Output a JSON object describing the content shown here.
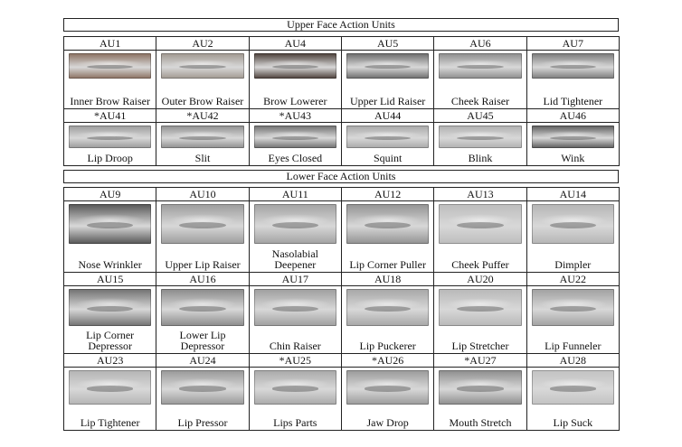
{
  "upper": {
    "title": "Upper Face Action Units",
    "rows": [
      [
        {
          "code": "AU1",
          "name": "Inner Brow Raiser",
          "tone": "#8a7060"
        },
        {
          "code": "AU2",
          "name": "Outer Brow Raiser",
          "tone": "#a09890"
        },
        {
          "code": "AU4",
          "name": "Brow Lowerer",
          "tone": "#4a3e38"
        },
        {
          "code": "AU5",
          "name": "Upper Lid Raiser",
          "tone": "#6b6b6b"
        },
        {
          "code": "AU6",
          "name": "Cheek Raiser",
          "tone": "#8c8c8c"
        },
        {
          "code": "AU7",
          "name": "Lid Tightener",
          "tone": "#7a7a7a"
        }
      ],
      [
        {
          "code": "*AU41",
          "name": "Lip Droop",
          "tone": "#9a9a9a"
        },
        {
          "code": "*AU42",
          "name": "Slit",
          "tone": "#8e8e8e"
        },
        {
          "code": "*AU43",
          "name": "Eyes Closed",
          "tone": "#6e6e6e"
        },
        {
          "code": "AU44",
          "name": "Squint",
          "tone": "#a8a8a8"
        },
        {
          "code": "AU45",
          "name": "Blink",
          "tone": "#b0b0b0"
        },
        {
          "code": "AU46",
          "name": "Wink",
          "tone": "#5a5a5a"
        }
      ]
    ]
  },
  "lower": {
    "title": "Lower Face Action Units",
    "rows": [
      [
        {
          "code": "AU9",
          "name": "Nose Wrinkler",
          "tone": "#555555"
        },
        {
          "code": "AU10",
          "name": "Upper Lip Raiser",
          "tone": "#9c9c9c"
        },
        {
          "code": "AU11",
          "name": "Nasolabial Deepener",
          "tone": "#a2a2a2"
        },
        {
          "code": "AU12",
          "name": "Lip Corner Puller",
          "tone": "#929292"
        },
        {
          "code": "AU13",
          "name": "Cheek Puffer",
          "tone": "#bdbdbd"
        },
        {
          "code": "AU14",
          "name": "Dimpler",
          "tone": "#b5b5b5"
        }
      ],
      [
        {
          "code": "AU15",
          "name": "Lip Corner Depressor",
          "tone": "#707070"
        },
        {
          "code": "AU16",
          "name": "Lower Lip Depressor",
          "tone": "#8a8a8a"
        },
        {
          "code": "AU17",
          "name": "Chin Raiser",
          "tone": "#9e9e9e"
        },
        {
          "code": "AU18",
          "name": "Lip Puckerer",
          "tone": "#a6a6a6"
        },
        {
          "code": "AU20",
          "name": "Lip Stretcher",
          "tone": "#b8b8b8"
        },
        {
          "code": "AU22",
          "name": "Lip Funneler",
          "tone": "#a0a0a0"
        }
      ],
      [
        {
          "code": "AU23",
          "name": "Lip Tightener",
          "tone": "#b4b4b4"
        },
        {
          "code": "AU24",
          "name": "Lip Pressor",
          "tone": "#989898"
        },
        {
          "code": "*AU25",
          "name": "Lips Parts",
          "tone": "#a9a9a9"
        },
        {
          "code": "*AU26",
          "name": "Jaw Drop",
          "tone": "#9a9a9a"
        },
        {
          "code": "*AU27",
          "name": "Mouth Stretch",
          "tone": "#8d8d8d"
        },
        {
          "code": "AU28",
          "name": "Lip Suck",
          "tone": "#c2c2c2"
        }
      ]
    ]
  }
}
